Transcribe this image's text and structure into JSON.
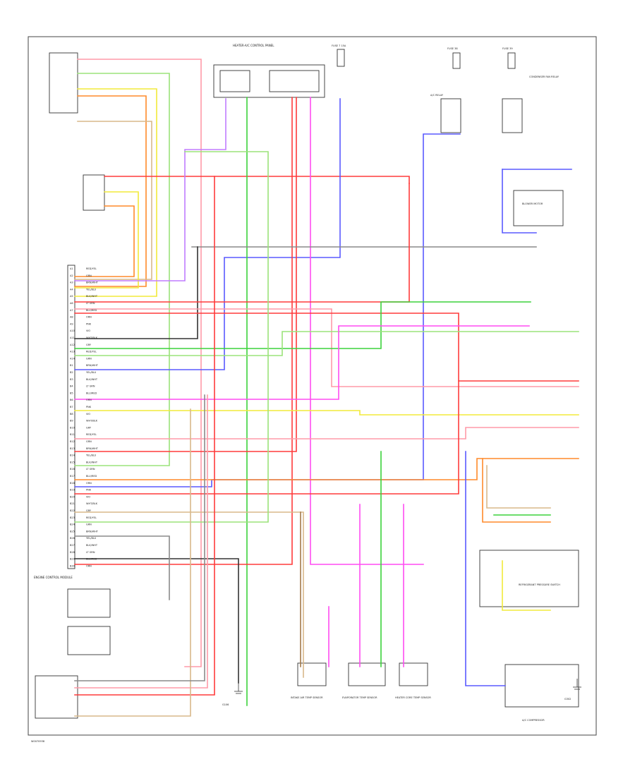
{
  "diagram": {
    "frame_code": "W0070938",
    "colors": {
      "red": "#ff3b3b",
      "pink": "#ff9aa8",
      "orange": "#ff8a2a",
      "yellow": "#f2ea3a",
      "green": "#3bd23b",
      "lightgreen": "#9be37a",
      "blue": "#5a5aff",
      "violet": "#c07cff",
      "magenta": "#ff4cf2",
      "brown": "#a37a4a",
      "tan": "#d8b88a",
      "gray": "#8a8a8a",
      "black": "#333333"
    },
    "labels": {
      "hvac_control": "HEATER-A/C CONTROL PANEL",
      "top_fuse": "FUSE 7 15A",
      "fuse_right1": "FUSE 38",
      "fuse_right2": "FUSE 39",
      "relay_left": "A/C RELAY",
      "relay_right": "CONDENSER FAN RELAY",
      "ecm": "ENGINE CONTROL MODULE",
      "blower": "BLOWER MOTOR",
      "refrigerant_sw": "REFRIGERANT PRESSURE SWITCH",
      "intake_sensor": "INTAKE AIR TEMP SENSOR",
      "evap_sensor": "EVAPORATOR TEMP SENSOR",
      "heater_sensor": "HEATER CORE TEMP SENSOR",
      "ac_compressor": "A/C COMPRESSOR",
      "gnd_left": "G106",
      "gnd_mid": "G302"
    },
    "ecm_pins": [
      "A1",
      "A2",
      "A3",
      "A4",
      "A5",
      "A6",
      "A7",
      "A8",
      "A9",
      "A10",
      "A11",
      "A12",
      "A13",
      "A14",
      "B1",
      "B2",
      "B3",
      "B4",
      "B5",
      "B6",
      "B7",
      "B8",
      "B9",
      "B10",
      "B11",
      "B12",
      "B13",
      "B14",
      "B15",
      "B16",
      "B17",
      "B18",
      "B19",
      "B20",
      "B21",
      "B22",
      "B23",
      "B24",
      "B25",
      "B26",
      "B27",
      "B28",
      "B29",
      "B30"
    ],
    "wire_tags": [
      "RED/YEL",
      "GRN",
      "BRN/WHT",
      "YEL/BLU",
      "BLK/WHT",
      "LT GRN",
      "BLU/RED",
      "ORN",
      "PNK",
      "VIO",
      "WHT/BLK",
      "GRY"
    ]
  }
}
